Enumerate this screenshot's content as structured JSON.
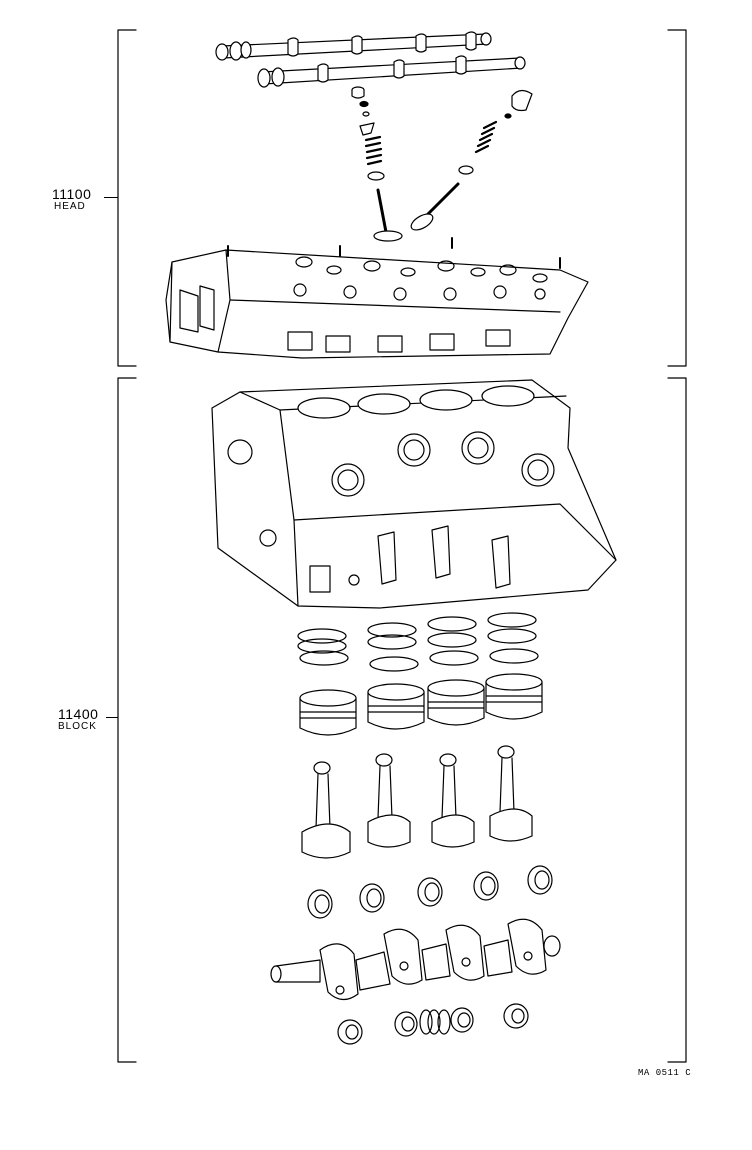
{
  "groups": [
    {
      "number": "11100",
      "name": "HEAD"
    },
    {
      "number": "11400",
      "name": "BLOCK"
    }
  ],
  "figure_code": "MA 0511 C",
  "components": [
    "camshaft-intake-icon",
    "camshaft-exhaust-icon",
    "valve-keeper-icon",
    "valve-retainer-icon",
    "valve-spring-icon",
    "valve-icon",
    "valve-lifter-icon",
    "cylinder-head-icon",
    "cylinder-block-icon",
    "piston-ring-set-icon",
    "piston-icon",
    "connecting-rod-icon",
    "rod-bearing-icon",
    "crankshaft-icon",
    "main-bearing-icon",
    "thrust-washer-icon"
  ]
}
